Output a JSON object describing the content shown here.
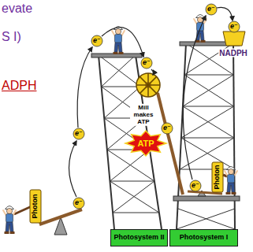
{
  "diagram": {
    "nodes": [
      {
        "text": [
          "Photosystem II"
        ]
      },
      {
        "text": [
          "Photosystem I"
        ]
      }
    ],
    "labels": [
      "evate",
      "S I)",
      "ADPH",
      "e⁻",
      "e⁻",
      "e⁻",
      "e⁻",
      "e⁻",
      "e⁻",
      "e⁻",
      "e⁻",
      "Mill makes ATP",
      "ATP",
      "NADPH",
      "Photon",
      "Photon"
    ]
  }
}
